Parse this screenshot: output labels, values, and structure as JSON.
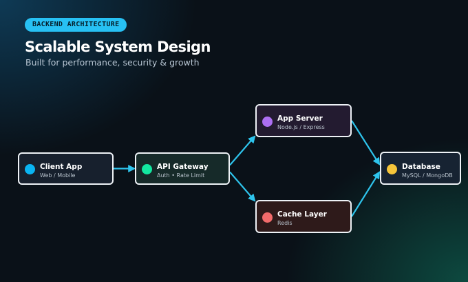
{
  "header": {
    "badge": "BACKEND ARCHITECTURE",
    "title": "Scalable System Design",
    "subtitle": "Built for performance, security & growth"
  },
  "nodes": {
    "client": {
      "title": "Client App",
      "subtitle": "Web / Mobile",
      "dot_color": "#0ab4f2",
      "bg": "#17202d"
    },
    "gateway": {
      "title": "API Gateway",
      "subtitle": "Auth • Rate Limit",
      "dot_color": "#13e8a0",
      "bg": "#162a29"
    },
    "appserver": {
      "title": "App Server",
      "subtitle": "Node.js / Express",
      "dot_color": "#ad6ff2",
      "bg": "#231b30"
    },
    "cache": {
      "title": "Cache Layer",
      "subtitle": "Redis",
      "dot_color": "#f26b6b",
      "bg": "#2e1a1a"
    },
    "database": {
      "title": "Database",
      "subtitle": "MySQL / MongoDB",
      "dot_color": "#f6c53a",
      "bg": "#172332"
    }
  },
  "colors": {
    "accent": "#27c1f4",
    "connector": "#2ec4ec",
    "node_border": "#eef2f6"
  },
  "edges": [
    [
      "client",
      "gateway"
    ],
    [
      "gateway",
      "appserver"
    ],
    [
      "gateway",
      "cache"
    ],
    [
      "appserver",
      "database"
    ],
    [
      "cache",
      "database"
    ]
  ]
}
